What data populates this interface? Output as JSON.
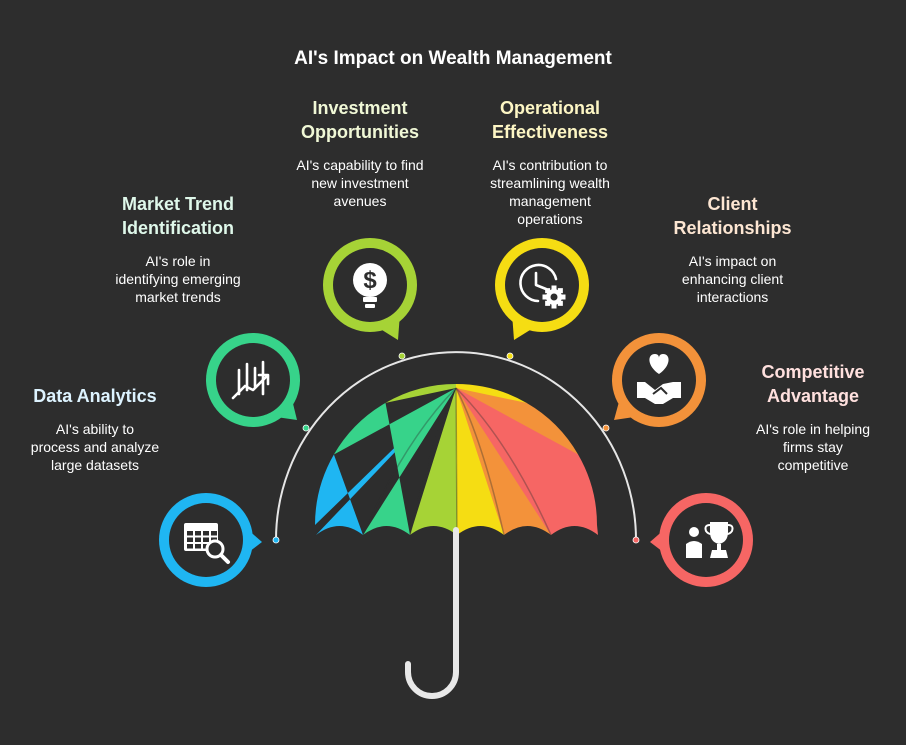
{
  "title": "AI's Impact on Wealth Management",
  "items": [
    {
      "heading_lines": [
        "Data Analytics"
      ],
      "desc_lines": [
        "AI's ability to",
        "process and analyze",
        "large datasets"
      ],
      "color": "#1fb6f2",
      "icon": "data-analytics-icon"
    },
    {
      "heading_lines": [
        "Market Trend",
        "Identification"
      ],
      "desc_lines": [
        "AI's role in",
        "identifying emerging",
        "market trends"
      ],
      "color": "#37d38a",
      "icon": "trend-chart-icon"
    },
    {
      "heading_lines": [
        "Investment",
        "Opportunities"
      ],
      "desc_lines": [
        "AI's capability to find",
        "new investment",
        "avenues"
      ],
      "color": "#a6d336",
      "icon": "money-bulb-icon"
    },
    {
      "heading_lines": [
        "Operational",
        "Effectiveness"
      ],
      "desc_lines": [
        "AI's contribution to",
        "streamlining wealth",
        "management",
        "operations"
      ],
      "color": "#f5dd13",
      "icon": "clock-gear-icon"
    },
    {
      "heading_lines": [
        "Client",
        "Relationships"
      ],
      "desc_lines": [
        "AI's impact on",
        "enhancing client",
        "interactions"
      ],
      "color": "#f3923a",
      "icon": "handshake-heart-icon"
    },
    {
      "heading_lines": [
        "Competitive",
        "Advantage"
      ],
      "desc_lines": [
        "AI's role in helping",
        "firms stay",
        "competitive"
      ],
      "color": "#f66664",
      "icon": "trophy-person-icon"
    }
  ]
}
